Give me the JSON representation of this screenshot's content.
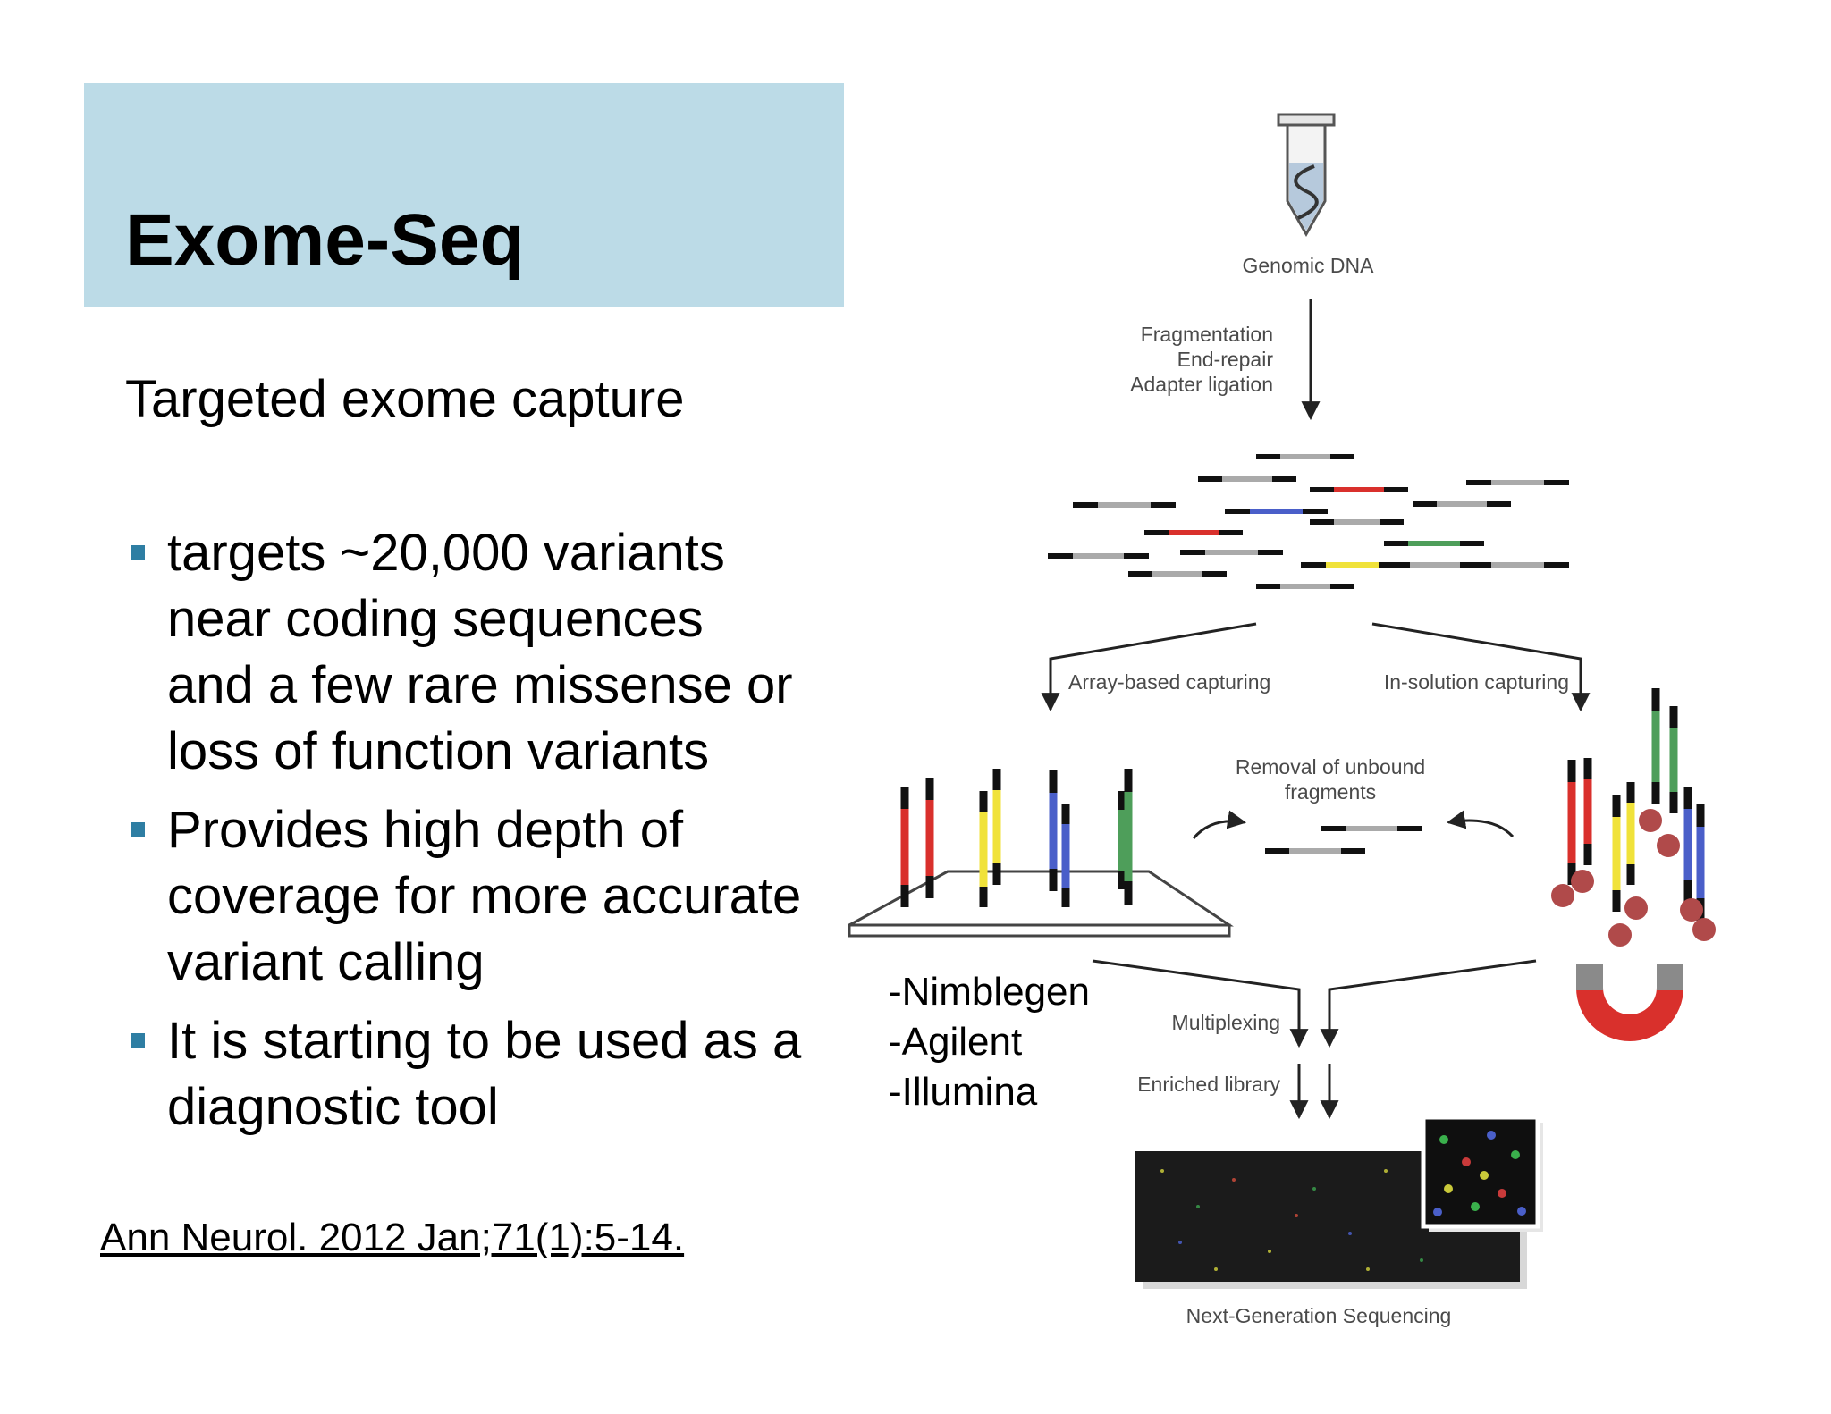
{
  "slide": {
    "title": "Exome-Seq",
    "subtitle": "Targeted exome capture",
    "bullets": [
      {
        "lines": [
          "targets ~20,000 variants",
          "near coding sequences",
          "and a few rare missense or",
          "loss of function variants"
        ]
      },
      {
        "lines": [
          "Provides high depth of",
          "coverage for more accurate",
          "variant calling"
        ]
      },
      {
        "lines": [
          "It is starting to be used as a",
          "diagnostic tool"
        ]
      }
    ],
    "citation": "Ann Neurol. 2012 Jan;71(1):5-14.",
    "vendors": [
      "-Nimblegen",
      "-Agilent",
      "-Illumina"
    ]
  },
  "diagram": {
    "genomic_dna": "Genomic DNA",
    "prep_steps": [
      "Fragmentation",
      "End-repair",
      "Adapter ligation"
    ],
    "array_capture": "Array-based capturing",
    "solution_capture": "In-solution capturing",
    "removal": [
      "Removal of unbound",
      "fragments"
    ],
    "multiplexing": "Multiplexing",
    "enriched_library": "Enriched library",
    "ngs": "Next-Generation Sequencing"
  },
  "colors": {
    "title_band": "#bcdbe7",
    "bullet": "#2e7ea3",
    "probe_red": "#d9302c",
    "probe_yellow": "#f0e23a",
    "probe_blue": "#4a5fc9",
    "probe_green": "#4e9e5a",
    "bead": "#b04a4a",
    "magnet_red": "#d9302c",
    "magnet_grey": "#8a8a8a"
  }
}
